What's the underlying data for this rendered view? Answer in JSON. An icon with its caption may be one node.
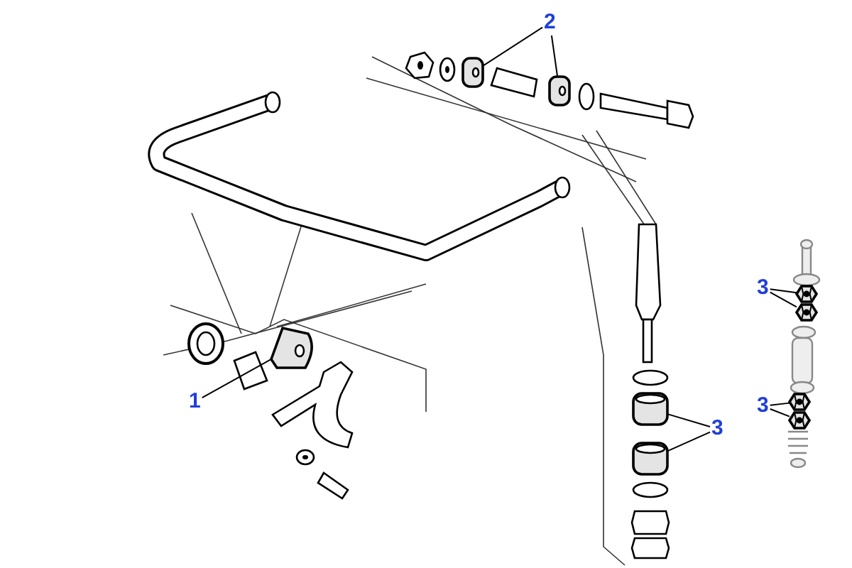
{
  "diagram": {
    "nodes": [
      {
        "text": [
          "1"
        ]
      },
      {
        "text": [],
        "shape": "picture"
      },
      {
        "text": [
          "2"
        ]
      },
      {
        "text": [],
        "shape": "picture"
      },
      {
        "text": [],
        "shape": "picture"
      },
      {
        "text": [
          "3"
        ]
      },
      {
        "text": [],
        "shape": "picture"
      },
      {
        "text": [],
        "shape": "picture"
      },
      {
        "text": [
          "3"
        ]
      },
      {
        "text": [],
        "shape": "picture"
      },
      {
        "text": [],
        "shape": "picture"
      },
      {
        "text": [
          "3"
        ]
      },
      {
        "text": [],
        "shape": "picture"
      },
      {
        "text": [],
        "shape": "picture"
      }
    ],
    "edges": [
      {
        "from": 0,
        "to": 1,
        "arrow": "none"
      },
      {
        "from": 2,
        "to": 3,
        "arrow": "none"
      },
      {
        "from": 2,
        "to": 4,
        "arrow": "none"
      },
      {
        "from": 5,
        "to": 6,
        "arrow": "none"
      },
      {
        "from": 5,
        "to": 7,
        "arrow": "none"
      },
      {
        "from": 8,
        "to": 9,
        "arrow": "none"
      },
      {
        "from": 8,
        "to": 10,
        "arrow": "none"
      },
      {
        "from": 11,
        "to": 12,
        "arrow": "none"
      },
      {
        "from": 11,
        "to": 13,
        "arrow": "none"
      }
    ]
  }
}
